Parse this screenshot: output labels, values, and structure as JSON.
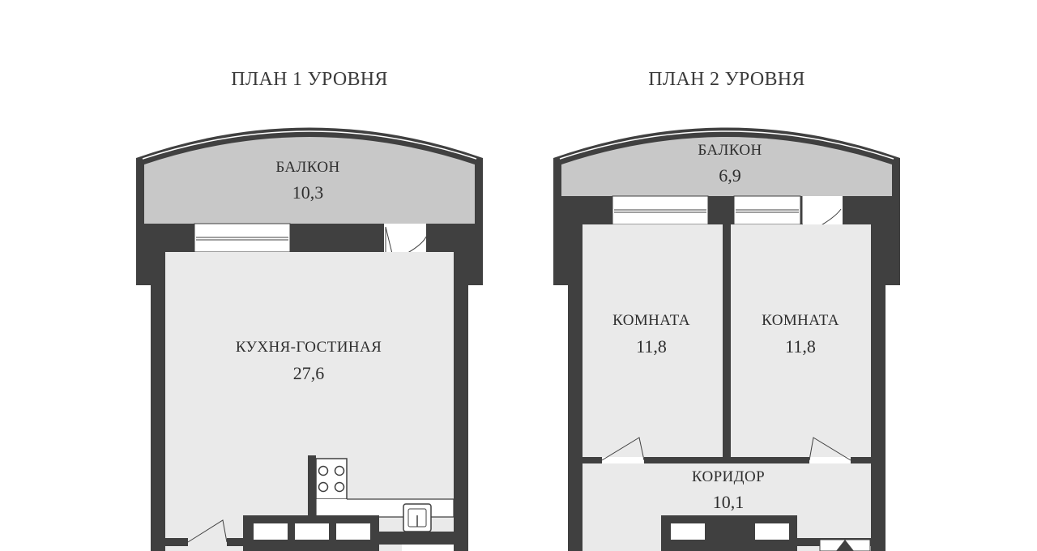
{
  "level1": {
    "title": "ПЛАН 1 УРОВНЯ",
    "rooms": [
      {
        "name": "БАЛКОН",
        "area": "10,3"
      },
      {
        "name": "КУХНЯ-ГОСТИНАЯ",
        "area": "27,6"
      }
    ]
  },
  "level2": {
    "title": "ПЛАН 2 УРОВНЯ",
    "rooms": [
      {
        "name": "БАЛКОН",
        "area": "6,9"
      },
      {
        "name": "КОМНАТА",
        "area": "11,8"
      },
      {
        "name": "КОМНАТА",
        "area": "11,8"
      },
      {
        "name": "КОРИДОР",
        "area": "10,1"
      }
    ]
  },
  "colors": {
    "wall": "#404040",
    "floor": "#eaeaea",
    "balcony": "#c8c8c8",
    "background": "#ffffff",
    "text": "#2e2e2e"
  }
}
